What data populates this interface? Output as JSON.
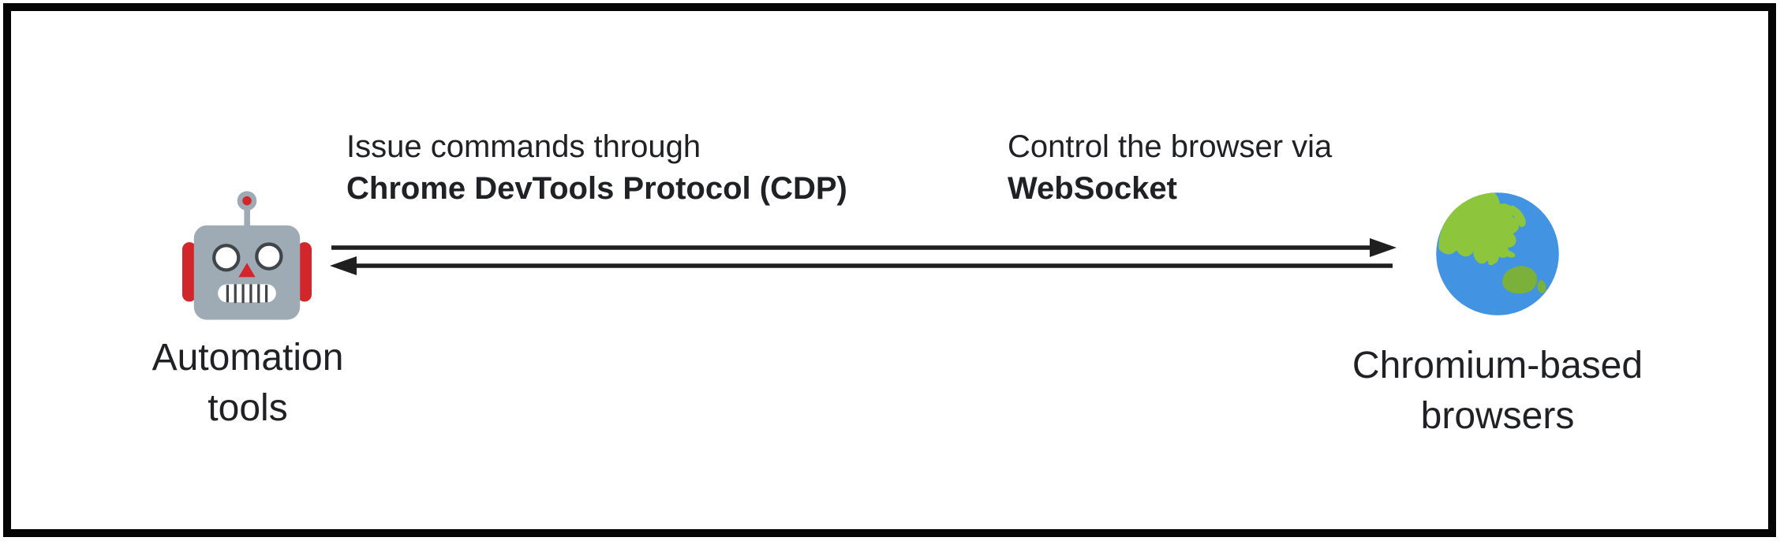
{
  "frame": {
    "border_color": "#050505",
    "background_color": "#ffffff"
  },
  "nodes": {
    "automation": {
      "label": "Automation\ntools",
      "icon": "robot-icon"
    },
    "browsers": {
      "label": "Chromium-based\nbrowsers",
      "icon": "globe-asia-australia-icon"
    }
  },
  "annotations": {
    "cdp": {
      "line1": "Issue commands through",
      "line2": "Chrome DevTools Protocol (CDP)"
    },
    "websocket": {
      "line1": "Control the browser via",
      "line2": "WebSocket"
    }
  },
  "arrows": {
    "color": "#1f1f1f",
    "direction": "bidirectional"
  },
  "icons": {
    "robot": {
      "head_color": "#9fabb4",
      "accent_color": "#d0262c",
      "detail_color": "#3f4548",
      "face_color": "#ffffff"
    },
    "globe": {
      "ocean_color": "#4293e2",
      "land_color": "#8dc63d",
      "land_dark_color": "#7bb03a"
    }
  },
  "text_color": "#202124"
}
